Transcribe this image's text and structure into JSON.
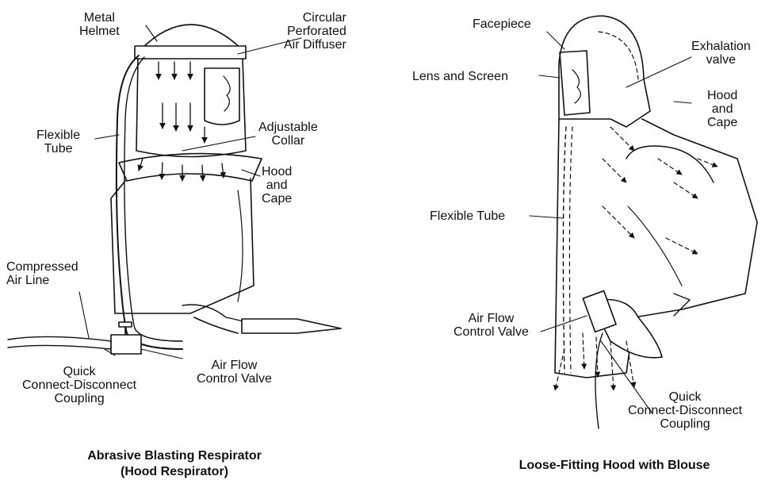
{
  "colors": {
    "ink": "#111111",
    "background": "#ffffff"
  },
  "left_figure": {
    "labels": {
      "metal_helmet": "Metal\nHelmet",
      "air_diffuser": "Circular\nPerforated\nAir Diffuser",
      "flexible_tube": "Flexible\nTube",
      "adjustable_collar": "Adjustable\nCollar",
      "hood_and_cape": "Hood\nand\nCape",
      "compressed_air_line": "Compressed\nAir Line",
      "quick_connect": "Quick\nConnect-Disconnect\nCoupling",
      "air_flow_valve": "Air Flow\nControl Valve"
    },
    "caption": "Abrasive Blasting Respirator\n(Hood Respirator)"
  },
  "right_figure": {
    "labels": {
      "facepiece": "Facepiece",
      "exhalation_valve": "Exhalation\nvalve",
      "lens_and_screen": "Lens and Screen",
      "hood_and_cape": "Hood\nand\nCape",
      "flexible_tube": "Flexible Tube",
      "air_flow_valve": "Air Flow\nControl Valve",
      "quick_connect": "Quick\nConnect-Disconnect\nCoupling"
    },
    "caption": "Loose-Fitting Hood with Blouse"
  }
}
